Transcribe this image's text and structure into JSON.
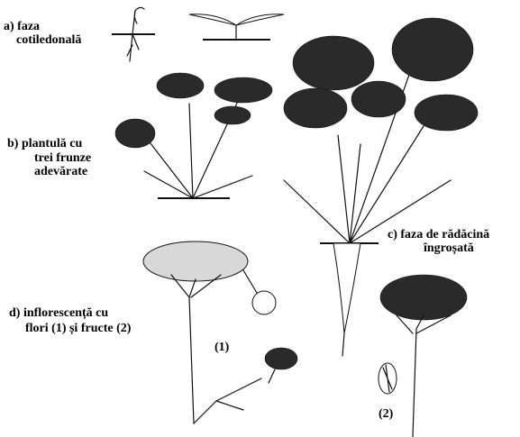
{
  "labels": {
    "a_line1": "a) faza",
    "a_line2": "cotiledonală",
    "b_line1": "b) plantulă cu",
    "b_line2": "trei frunze",
    "b_line3": "adevărate",
    "c_line1": "c) faza de rădăcină",
    "c_line2": "îngroșată",
    "d_line1": "d) inflorescență cu",
    "d_line2": "flori (1) și fructe (2)",
    "marker_1": "(1)",
    "marker_2": "(2)"
  },
  "icons": {
    "stages": [
      "cotyledon-seedling-icon",
      "three-leaf-seedling-icon",
      "carrot-plant-icon",
      "umbel-flower-icon",
      "fruit-umbel-icon"
    ]
  }
}
